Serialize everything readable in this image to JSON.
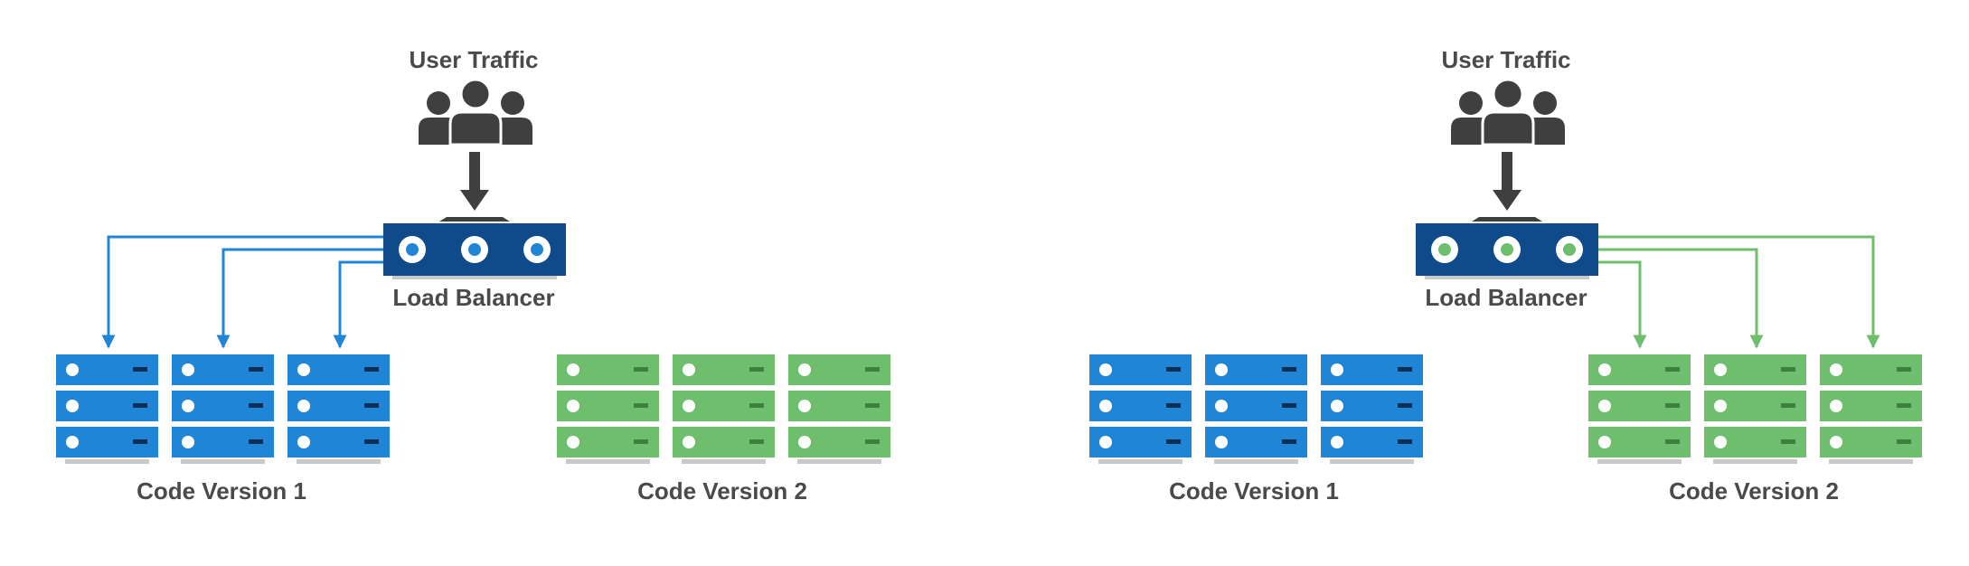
{
  "colors": {
    "version1": "#2185d5",
    "version2": "#6dbf6d",
    "balancer": "#0f4a8a",
    "arrow_dark": "#3f3f3f",
    "text": "#4a4a4a"
  },
  "icons": [
    "users-icon",
    "load-balancer-icon",
    "server-stack-icon"
  ],
  "panels": [
    {
      "user_traffic_label": "User Traffic",
      "load_balancer_label": "Load Balancer",
      "balancer_indicator": "version1",
      "routes_to": "version1",
      "group1_label": "Code Version 1",
      "group2_label": "Code Version 2"
    },
    {
      "user_traffic_label": "User Traffic",
      "load_balancer_label": "Load Balancer",
      "balancer_indicator": "version2",
      "routes_to": "version2",
      "group1_label": "Code Version 1",
      "group2_label": "Code Version 2"
    }
  ]
}
